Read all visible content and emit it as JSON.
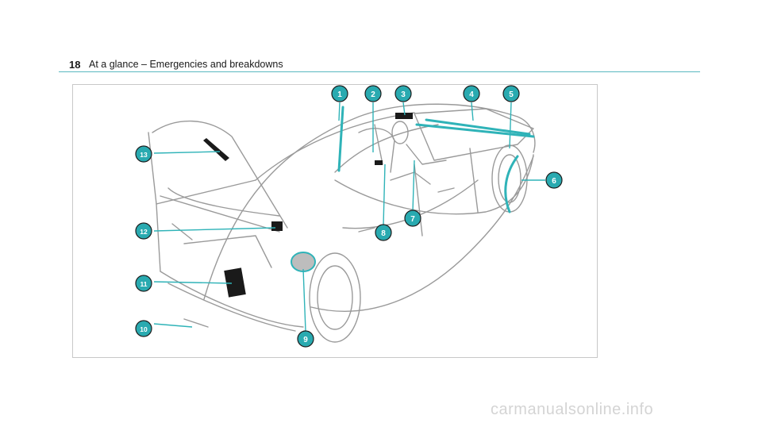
{
  "header": {
    "page_number": "18",
    "title": "At a glance – Emergencies and breakdowns"
  },
  "figure": {
    "callouts": [
      "1",
      "2",
      "3",
      "4",
      "5",
      "6",
      "7",
      "8",
      "9",
      "10",
      "11",
      "12",
      "13"
    ],
    "accent_color": "#2fb3b8",
    "callout_fill": "#29aab0"
  },
  "watermark": "carmanualsonline.info"
}
